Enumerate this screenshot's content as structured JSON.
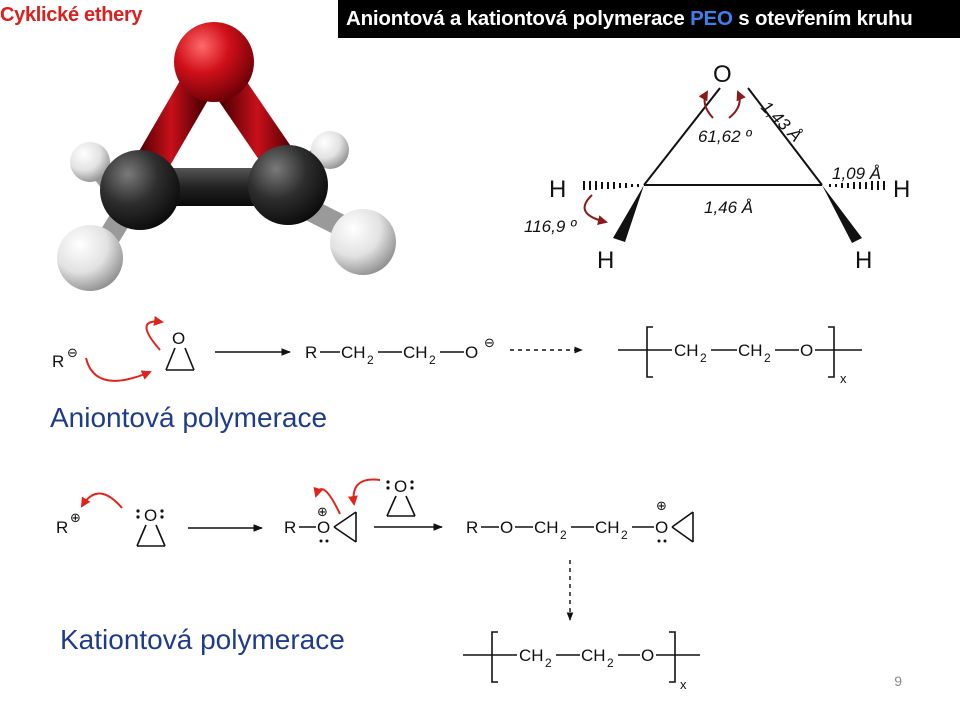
{
  "header": {
    "corner_title": "Cyklické ethery",
    "title_prefix": "Aniontová a kationtová polymerace ",
    "title_accent": "PEO",
    "title_suffix": " s otevřením kruhu"
  },
  "geometry": {
    "atom_o": "O",
    "atom_h": "H",
    "angle_coc": "61,62 º",
    "bond_co": "1,43 Å",
    "bond_cc": "1,46 Å",
    "bond_ch": "1,09 Å",
    "angle_hch": "116,9 º"
  },
  "anionic": {
    "label": "Aniontová polymerace",
    "initiator": "R",
    "charge": "⊖",
    "oxygen": "O",
    "intermediate_r": "R",
    "ch": "CH",
    "sub2": "2",
    "o": "O",
    "polymer_ch": "CH",
    "polymer_o": "O",
    "repeat_x": "x"
  },
  "cationic": {
    "label": "Kationtová polymerace",
    "initiator": "R",
    "charge": "⊕",
    "oxygen": "O",
    "ch": "CH",
    "sub2": "2",
    "repeat_x": "x"
  },
  "footer": {
    "page_number": "9"
  },
  "colors": {
    "title_red": "#d9201f",
    "title_bg": "#000000",
    "accent_blue": "#3f7fe8",
    "label_blue": "#1f3c8c",
    "arrow_red": "#e0241b",
    "arrow_darkred": "#8b1a1a",
    "oxygen_red": "#d0101a",
    "carbon_dark": "#2e2e2e",
    "hydrogen_white": "#e8e8e8"
  }
}
